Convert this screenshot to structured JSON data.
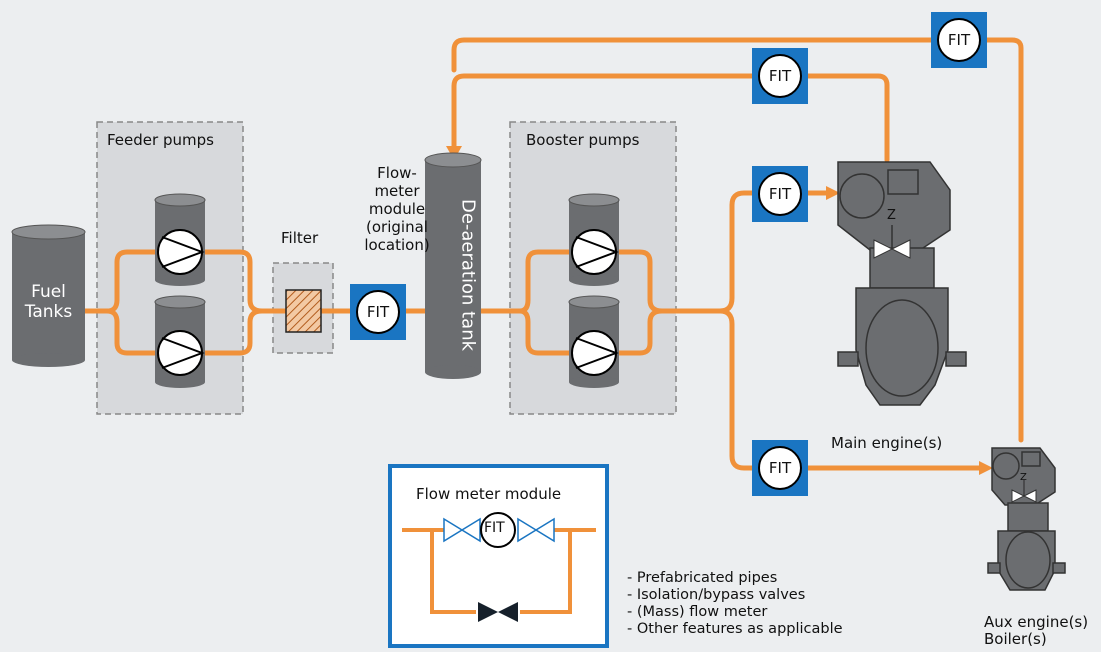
{
  "labels": {
    "feeder_pumps": "Feeder pumps",
    "booster_pumps": "Booster pumps",
    "filter": "Filter",
    "flowmeter_original": [
      "Flow-",
      "meter",
      "module",
      "(original",
      "location)"
    ],
    "deaeration_tank": "De-aeration tank",
    "fuel_tanks": [
      "Fuel",
      "Tanks"
    ],
    "main_engines": "Main engine(s)",
    "aux": [
      "Aux engine(s)",
      "Boiler(s)"
    ],
    "module_title": "Flow meter module",
    "fit": "FIT",
    "z1": "Z",
    "z2": "Z"
  },
  "notes": [
    "- Prefabricated pipes",
    "- Isolation/bypass valves",
    "- (Mass) flow meter",
    "- Other features as applicable"
  ],
  "colors": {
    "pipe": "#f0913a",
    "equipment": "#6b6d70",
    "fit_box": "#1a75c2",
    "group_box": "#d7d9dc"
  }
}
